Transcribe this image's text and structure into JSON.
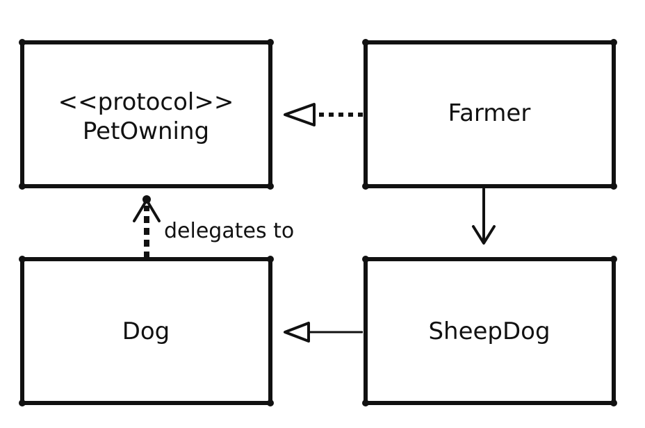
{
  "nodes": {
    "petowning": {
      "stereotype": "<<protocol>>",
      "name": "PetOwning"
    },
    "farmer": {
      "name": "Farmer"
    },
    "dog": {
      "name": "Dog"
    },
    "sheepdog": {
      "name": "SheepDog"
    }
  },
  "edges": [
    {
      "from": "Farmer",
      "to": "PetOwning",
      "kind": "realization",
      "label": ""
    },
    {
      "from": "Farmer",
      "to": "SheepDog",
      "kind": "association",
      "label": ""
    },
    {
      "from": "SheepDog",
      "to": "Dog",
      "kind": "inheritance",
      "label": ""
    },
    {
      "from": "Dog",
      "to": "PetOwning",
      "kind": "dependency",
      "label": "delegates to"
    }
  ],
  "colors": {
    "ink": "#111111",
    "background": "#ffffff"
  }
}
